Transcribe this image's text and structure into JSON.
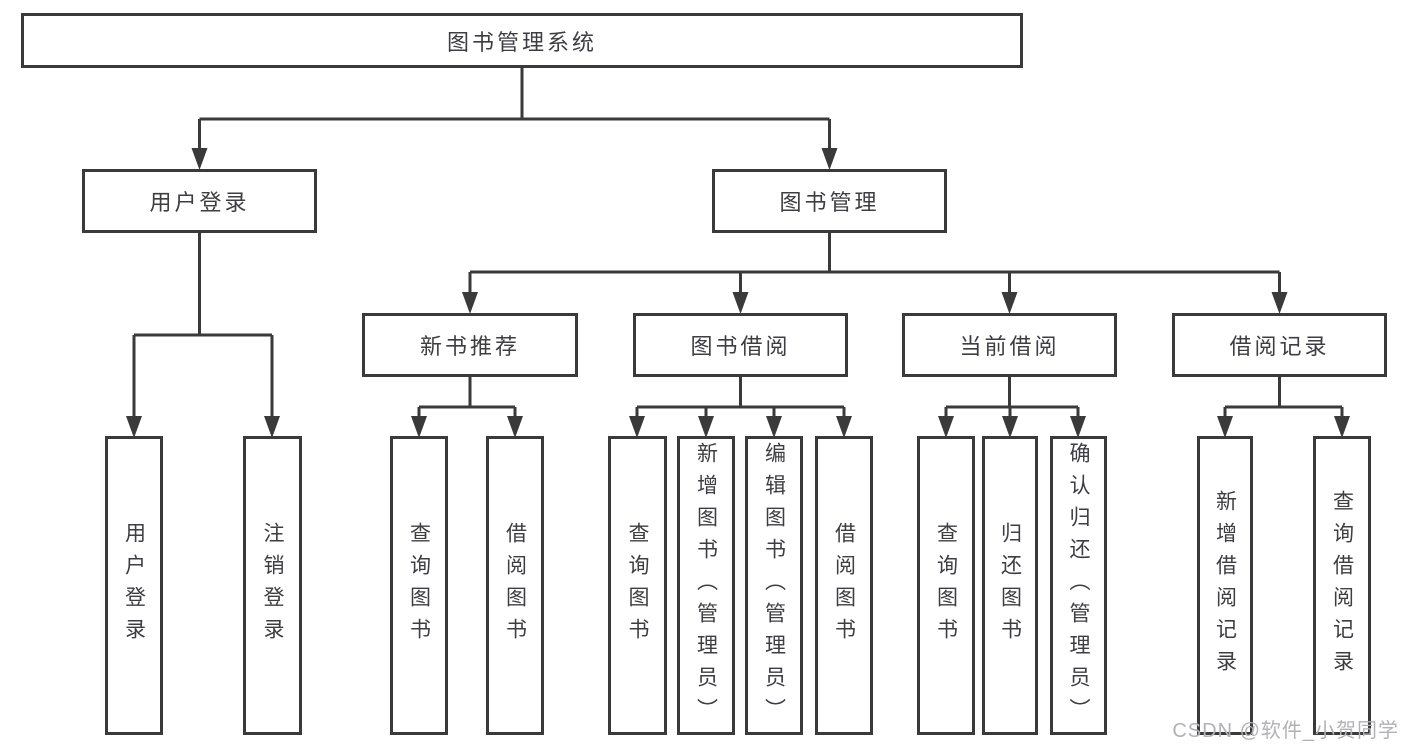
{
  "diagram": {
    "root": {
      "label": "图书管理系统"
    },
    "level2": [
      {
        "label": "用户登录"
      },
      {
        "label": "图书管理"
      }
    ],
    "level3": [
      {
        "label": "新书推荐"
      },
      {
        "label": "图书借阅"
      },
      {
        "label": "当前借阅"
      },
      {
        "label": "借阅记录"
      }
    ],
    "leaves": [
      {
        "label": "用户登录"
      },
      {
        "label": "注销登录"
      },
      {
        "label": "查询图书"
      },
      {
        "label": "借阅图书"
      },
      {
        "label": "查询图书"
      },
      {
        "label": "新增图书（管理员）"
      },
      {
        "label": "编辑图书（管理员）"
      },
      {
        "label": "借阅图书"
      },
      {
        "label": "查询图书"
      },
      {
        "label": "归还图书"
      },
      {
        "label": "确认归还（管理员）"
      },
      {
        "label": "新增借阅记录"
      },
      {
        "label": "查询借阅记录"
      }
    ]
  },
  "watermark": {
    "text": "CSDN @软件_小贺同学"
  },
  "colors": {
    "line": "#3a3a3a",
    "text": "#3d3d43",
    "watermark": "#b2b2b6",
    "background": "#ffffff"
  }
}
